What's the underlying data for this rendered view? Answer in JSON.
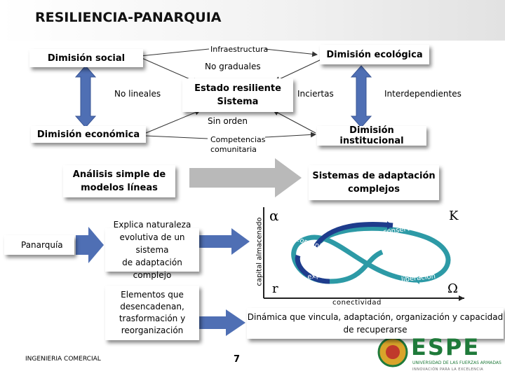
{
  "title": "RESILIENCIA-PANARQUIA",
  "dims": {
    "social": "Dimisión social",
    "ecologica": "Dimisión ecológica",
    "economica": "Dimisión económica",
    "institucional": "Dimisión institucional"
  },
  "center": {
    "line1": "Estado resiliente",
    "line2": "Sistema"
  },
  "attributes": {
    "infraestructura": "Infraestructura",
    "graduales": "No graduales",
    "lineales": "No lineales",
    "inciertas": "Inciertas",
    "interdependientes": "Interdependientes",
    "sin_orden": "Sin orden",
    "competencias_1": "Competencias",
    "competencias_2": "comunitaria"
  },
  "analisis": {
    "line1": "Análisis simple de",
    "line2": "modelos líneas"
  },
  "sistemas": {
    "line1": "Sistemas de adaptación",
    "line2": "complejos"
  },
  "panarquia": "Panarquía",
  "explica": {
    "line1": "Explica naturaleza",
    "line2": "evolutiva de un sistema",
    "line3": "de adaptación complejo"
  },
  "elementos": {
    "line1": "Elementos que",
    "line2": "desencadenan,",
    "line3": "trasformación y",
    "line4": "reorganización"
  },
  "dinamica": {
    "line1": "Dinámica que vincula, adaptación, organización y capacidad",
    "line2": "de recuperarse"
  },
  "cycle": {
    "alpha": "α",
    "kappa": "K",
    "r": "r",
    "omega": "Ω",
    "ylabel": "capital almacenado",
    "xlabel": "conectividad",
    "conservacion": "conservación",
    "reorganizacion": "reorganización",
    "explotacion": "explotación",
    "liberacion": "liberación"
  },
  "footer": {
    "left": "INGENIERIA COMERCIAL",
    "page": "7"
  },
  "logo": {
    "name": "ESPE",
    "line1": "UNIVERSIDAD DE LAS FUERZAS ARMADAS",
    "line2": "INNOVACIÓN PARA LA EXCELENCIA"
  },
  "colors": {
    "arrow_blue": "#4f6fb4",
    "arrow_gray": "#b9b9b9",
    "cycle_teal": "#2d9aa6",
    "cycle_blue": "#1e3c8c",
    "logo_green": "#1f7a3a"
  }
}
